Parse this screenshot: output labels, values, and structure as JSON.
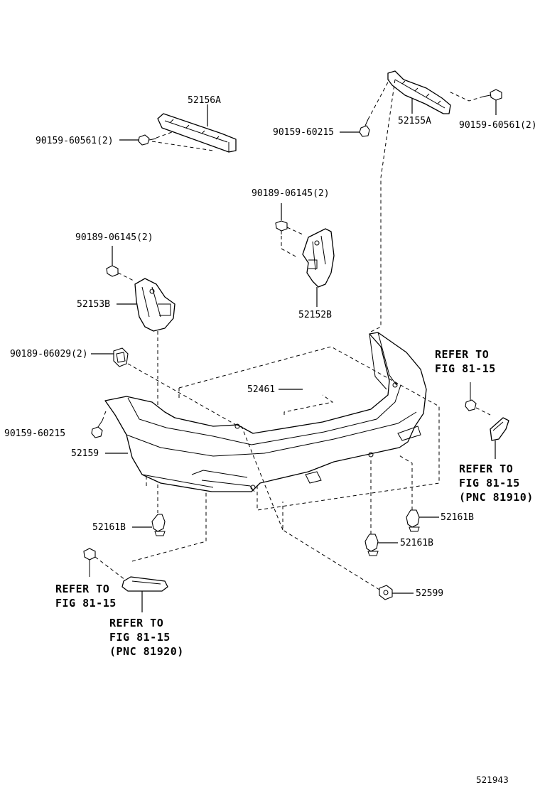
{
  "diagram": {
    "figure_number": "521943",
    "labels": {
      "part_52156A": "52156A",
      "part_52155A": "52155A",
      "bolt_90159_60561_left": "90159-60561(2)",
      "bolt_90159_60561_right": "90159-60561(2)",
      "bolt_90159_60215_top": "90159-60215",
      "bolt_90189_06145_center": "90189-06145(2)",
      "bolt_90189_06145_left": "90189-06145(2)",
      "part_52153B": "52153B",
      "part_52152B": "52152B",
      "bolt_90189_06029": "90189-06029(2)",
      "part_52461": "52461",
      "bolt_90159_60215_left": "90159-60215",
      "part_52159": "52159",
      "clip_52161B_left": "52161B",
      "clip_52161B_right1": "52161B",
      "clip_52161B_right2": "52161B",
      "clip_52599": "52599"
    },
    "refs": {
      "refer_top_right_1": "REFER TO",
      "refer_top_right_2": "FIG 81-15",
      "refer_mid_right_1": "REFER TO",
      "refer_mid_right_2": "FIG 81-15",
      "refer_mid_right_3": "(PNC 81910)",
      "refer_bottom_left_1": "REFER TO",
      "refer_bottom_left_2": "FIG 81-15",
      "refer_bottom_center_1": "REFER TO",
      "refer_bottom_center_2": "FIG 81-15",
      "refer_bottom_center_3": "(PNC 81920)"
    }
  }
}
